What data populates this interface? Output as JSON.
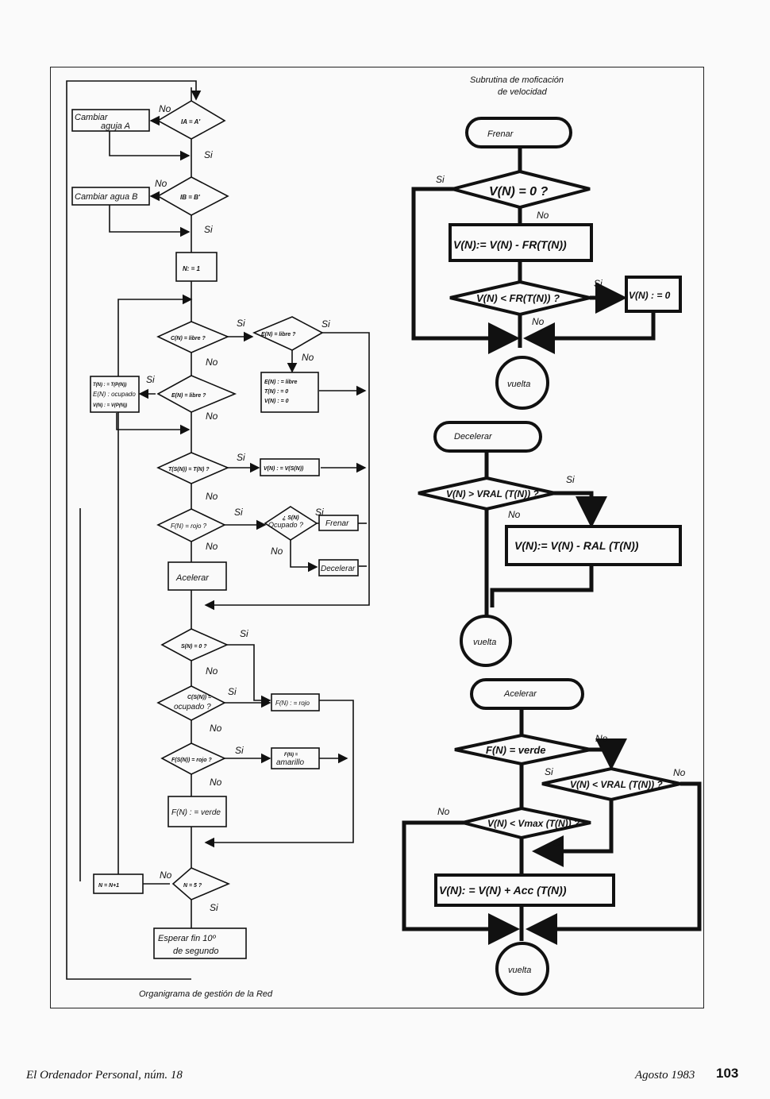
{
  "main_caption": "Organigrama de gestión de la Red",
  "subroutine_title": [
    "Subrutina de moficación",
    "de velocidad"
  ],
  "main": {
    "ia": "IA = A'",
    "cambiar_a": [
      "Cambiar",
      "aguja A"
    ],
    "ib": "IB = B'",
    "cambiar_b": "Cambiar agua B",
    "n1": "N: = 1",
    "c_libre": "C(N) = libre ?",
    "e_libre_q": "E(N) = libre ?",
    "e_libre_assign": [
      "E(N) : = libre",
      "T(N) : = 0",
      "V(N) : = 0"
    ],
    "e_libre2": "E(N) = libre ?",
    "ocupado_assign": [
      "T(N) : = T(P(N))",
      "E(N) : ocupado",
      "V(N) : = V(P(N))"
    ],
    "ts_eq": "T(S(N)) = T(N) ?",
    "vs_assign": "V(N) : = V(S(N))",
    "f_rojo": "F(N) = rojo ?",
    "s_ocupado": [
      "¿ S(N)",
      "Ocupado ?"
    ],
    "frenar": "Frenar",
    "decelerar": "Decelerar",
    "acelerar": "Acelerar",
    "s_zero": "S(N) = 0 ?",
    "cs_ocupado": [
      "C(S(N)) =",
      "ocupado ?"
    ],
    "f_rojo_assign": "F(N) : = rojo",
    "fs_rojo": "F(S(N)) = rojo ?",
    "f_amarillo": [
      "F(N) =",
      "amarillo"
    ],
    "f_verde": "F(N) : = verde",
    "n_inc": "N = N+1",
    "n5": "N = 5 ?",
    "esperar": [
      "Esperar fin 10º",
      "de segundo"
    ]
  },
  "frenar_sub": {
    "start": "Frenar",
    "v0": "V(N) = 0 ?",
    "assign": "V(N):= V(N) - FR(T(N))",
    "lt": "V(N) < FR(T(N)) ?",
    "zero": "V(N) : = 0",
    "end": "vuelta"
  },
  "decelerar_sub": {
    "start": "Decelerar",
    "cmp": "V(N) > VRAL (T(N)) ?",
    "assign": "V(N):= V(N) - RAL (T(N))",
    "end": "vuelta"
  },
  "acelerar_sub": {
    "start": "Acelerar",
    "verde": "F(N) = verde",
    "vral": "V(N) < VRAL (T(N)) ?",
    "vmax": "V(N) < Vmax (T(N)) ?",
    "assign": "V(N): = V(N) + Acc (T(N))",
    "end": "vuelta"
  },
  "labels": {
    "si": "Si",
    "no": "No"
  },
  "footer": {
    "journal": "El Ordenador Personal, núm. 18",
    "date": "Agosto 1983",
    "page": "103"
  }
}
